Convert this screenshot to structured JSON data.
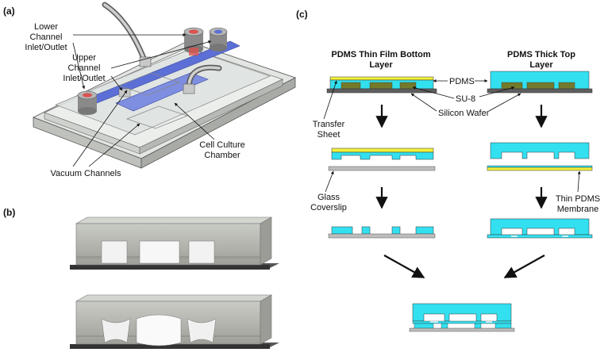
{
  "panels": {
    "a": "(a)",
    "b": "(b)",
    "c": "(c)"
  },
  "panel_a": {
    "labels": {
      "lower_channel_line1": "Lower",
      "lower_channel_line2": "Channel",
      "lower_channel_line3": "Inlet/Outlet",
      "upper_channel_line1": "Upper",
      "upper_channel_line2": "Channel",
      "upper_channel_line3": "Inlet/Outlet",
      "cell_culture_line1": "Cell Culture",
      "cell_culture_line2": "Chamber",
      "vacuum_channels": "Vacuum Channels"
    }
  },
  "panel_c": {
    "left_title_line1": "PDMS Thin Film Bottom",
    "left_title_line2": "Layer",
    "right_title_line1": "PDMS Thick Top",
    "right_title_line2": "Layer",
    "labels": {
      "pdms": "PDMS",
      "su8": "SU-8",
      "silicon_wafer": "Silicon Wafer",
      "transfer_sheet_line1": "Transfer",
      "transfer_sheet_line2": "Sheet",
      "glass_coverslip_line1": "Glass",
      "glass_coverslip_line2": "Coverslip",
      "thin_pdms_line1": "Thin PDMS",
      "thin_pdms_line2": "Membrane"
    }
  },
  "colors": {
    "pdms": "#33e0ef",
    "su8": "#737a2c",
    "wafer": "#5e5e5e",
    "transfer": "#f3f03a",
    "glass": "#bdbdbd",
    "device_gray": "#b9bbb4",
    "channel_blue": "#5b6fd6",
    "port_red": "#d9534f"
  }
}
